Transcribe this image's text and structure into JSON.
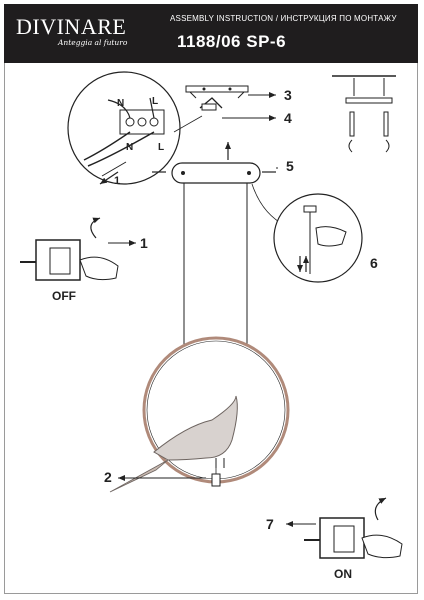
{
  "header": {
    "brand": "DIVINARE",
    "tagline": "Anteggia al futuro",
    "subtitle": "ASSEMBLY INSTRUCTION / ИНСТРУКЦИЯ ПО МОНТАЖУ",
    "model": "1188/06 SP-6"
  },
  "callouts": {
    "n1": "1",
    "n2": "2",
    "n3": "3",
    "n4": "4",
    "n5": "5",
    "n6": "6",
    "n7": "7",
    "detail_1": "1"
  },
  "wiring": {
    "n_left": "N",
    "n_bottom": "N",
    "l_right": "L",
    "l_bottom": "L"
  },
  "switch_states": {
    "off": "OFF",
    "on": "ON"
  },
  "colors": {
    "header_bg": "#1f1d1e",
    "header_text": "#ffffff",
    "line": "#222222",
    "ring": "#b08a7a",
    "bird": "#a89b93"
  }
}
